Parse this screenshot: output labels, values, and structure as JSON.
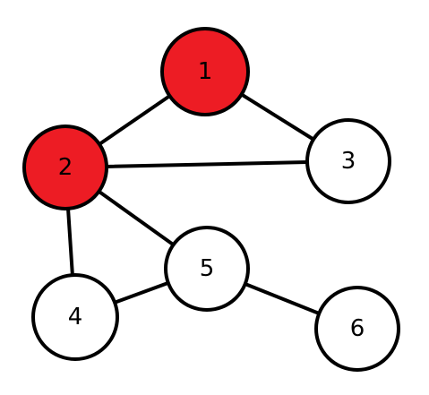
{
  "diagram": {
    "type": "graph",
    "colors": {
      "highlight_fill": "#ed1c24",
      "default_fill": "#ffffff",
      "stroke": "#000000"
    },
    "nodes": [
      {
        "id": "n1",
        "label": "1",
        "highlighted": true
      },
      {
        "id": "n2",
        "label": "2",
        "highlighted": true
      },
      {
        "id": "n3",
        "label": "3",
        "highlighted": false
      },
      {
        "id": "n4",
        "label": "4",
        "highlighted": false
      },
      {
        "id": "n5",
        "label": "5",
        "highlighted": false
      },
      {
        "id": "n6",
        "label": "6",
        "highlighted": false
      }
    ],
    "edges": [
      {
        "from": "n1",
        "to": "n2"
      },
      {
        "from": "n1",
        "to": "n3"
      },
      {
        "from": "n2",
        "to": "n3"
      },
      {
        "from": "n2",
        "to": "n4"
      },
      {
        "from": "n2",
        "to": "n5"
      },
      {
        "from": "n4",
        "to": "n5"
      },
      {
        "from": "n5",
        "to": "n6"
      }
    ]
  }
}
